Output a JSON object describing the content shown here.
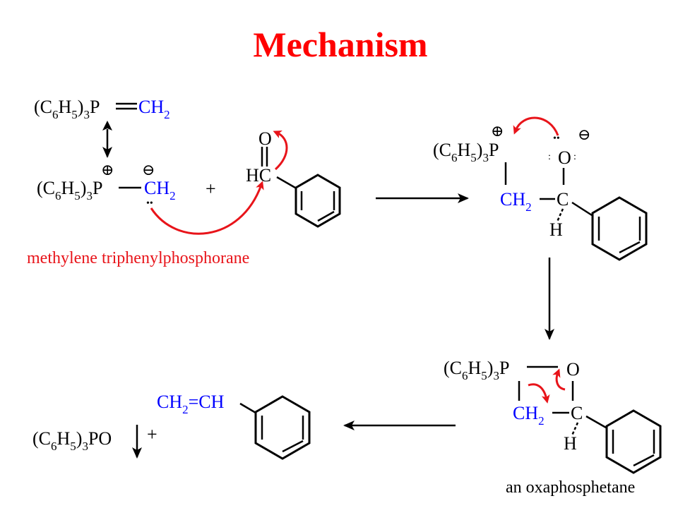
{
  "title": "Mechanism",
  "colors": {
    "title": "#ff0000",
    "red_label": "#e8141a",
    "blue_group": "#0000ff",
    "arrow_red": "#e8141a",
    "text": "#000000"
  },
  "ylide": {
    "ph3": "(C",
    "six": "6",
    "h": "H",
    "five": "5",
    "close3": ")",
    "three": "3",
    "p": "P",
    "ch": "CH",
    "two": "2",
    "plus_charge": "⊕",
    "minus_charge": "⊖",
    "lone_pair": "••"
  },
  "reaction_plus": "+",
  "aldehyde": {
    "o": "O",
    "hc": "HC"
  },
  "label_ylide": "methylene triphenylphosphorane",
  "betaine": {
    "ph3": "(C",
    "six": "6",
    "h": "H",
    "five": "5",
    "close3": ")",
    "three": "3",
    "p": "P",
    "ch": "CH",
    "two": "2",
    "c": "C",
    "h_atom": "H",
    "o": "O",
    "plus_charge": "⊕",
    "minus_charge": "⊖"
  },
  "oxaphosphetane": {
    "ph3": "(C",
    "six": "6",
    "h": "H",
    "five": "5",
    "close3": ")",
    "three": "3",
    "p": "P",
    "o": "O",
    "ch": "CH",
    "two": "2",
    "c": "C",
    "h_atom": "H"
  },
  "label_oxaphosphetane": "an oxaphosphetane",
  "products": {
    "alkene_ch": "CH",
    "alkene_two": "2",
    "alkene_rest": "=CH",
    "oxide_ph3": "(C",
    "six": "6",
    "h": "H",
    "five": "5",
    "close3": ")",
    "three": "3",
    "oxide_po": "PO",
    "plus": "+"
  }
}
